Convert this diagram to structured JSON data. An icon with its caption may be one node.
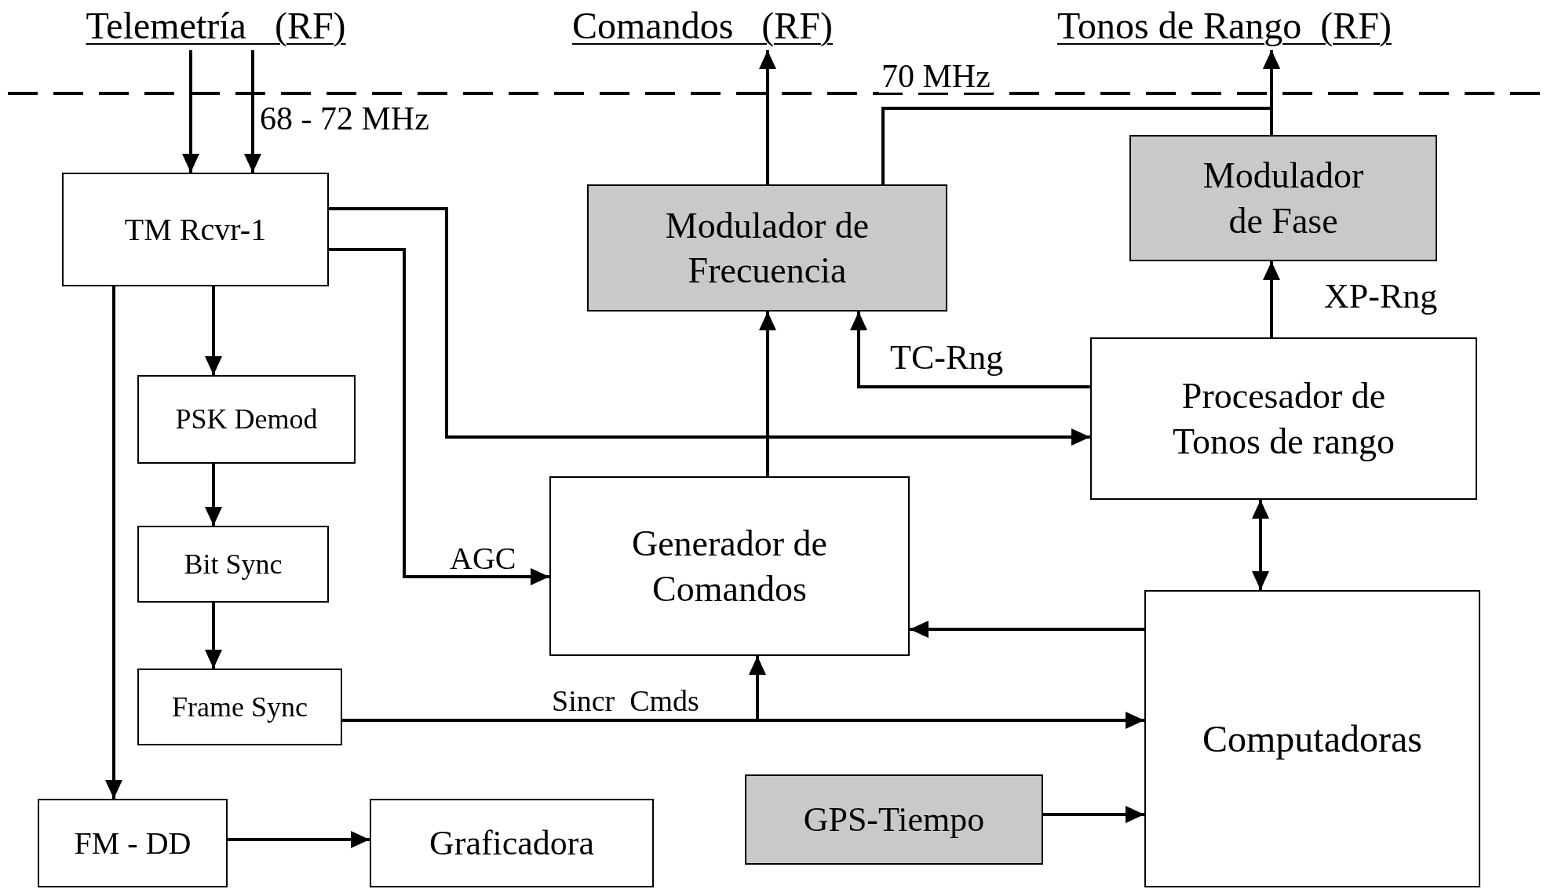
{
  "diagram": {
    "nodes": [
      {
        "text": [
          "Telemetría   (RF)"
        ]
      },
      {
        "text": [
          "Comandos   (RF)"
        ]
      },
      {
        "text": [
          "Tonos de Rango  (RF)"
        ]
      },
      {
        "text": [
          "TM Rcvr-1"
        ]
      },
      {
        "text": [
          "PSK Demod"
        ]
      },
      {
        "text": [
          "Bit Sync"
        ]
      },
      {
        "text": [
          "Frame Sync"
        ]
      },
      {
        "text": [
          "FM - DD"
        ]
      },
      {
        "text": [
          "Graficadora"
        ]
      },
      {
        "text": [
          "Modulador de Frecuencia"
        ]
      },
      {
        "text": [
          "Modulador de Fase"
        ]
      },
      {
        "text": [
          "Procesador de Tonos de rango"
        ]
      },
      {
        "text": [
          "Generador de Comandos"
        ]
      },
      {
        "text": [
          "Computadoras"
        ]
      },
      {
        "text": [
          "GPS-Tiempo"
        ]
      }
    ],
    "edges": [
      {
        "from": 0,
        "to": 3,
        "arrow": "to"
      },
      {
        "from": 0,
        "to": 3,
        "arrow": "to",
        "label": "68 - 72 MHz"
      },
      {
        "from": 3,
        "to": 4,
        "arrow": "to"
      },
      {
        "from": 4,
        "to": 5,
        "arrow": "to"
      },
      {
        "from": 5,
        "to": 6,
        "arrow": "to"
      },
      {
        "from": 3,
        "to": 7,
        "arrow": "to"
      },
      {
        "from": 7,
        "to": 8,
        "arrow": "to"
      },
      {
        "from": 3,
        "to": 11,
        "arrow": "to"
      },
      {
        "from": 3,
        "to": 12,
        "arrow": "to",
        "label": "AGC"
      },
      {
        "from": 12,
        "to": 9,
        "arrow": "to"
      },
      {
        "from": 9,
        "to": 1,
        "arrow": "to"
      },
      {
        "from": 9,
        "to": 2,
        "arrow": "to",
        "label": "70 MHz"
      },
      {
        "from": 10,
        "to": 2,
        "arrow": "to"
      },
      {
        "from": 11,
        "to": 10,
        "arrow": "to",
        "label": "XP-Rng"
      },
      {
        "from": 11,
        "to": 9,
        "arrow": "to",
        "label": "TC-Rng"
      },
      {
        "from": 11,
        "to": 13,
        "arrow": "both"
      },
      {
        "from": 13,
        "to": 12,
        "arrow": "to"
      },
      {
        "from": 6,
        "to": 13,
        "arrow": "to"
      },
      {
        "from": 6,
        "to": 12,
        "arrow": "to",
        "label": "Sincr  Cmds"
      },
      {
        "from": 14,
        "to": 13,
        "arrow": "to"
      }
    ]
  }
}
